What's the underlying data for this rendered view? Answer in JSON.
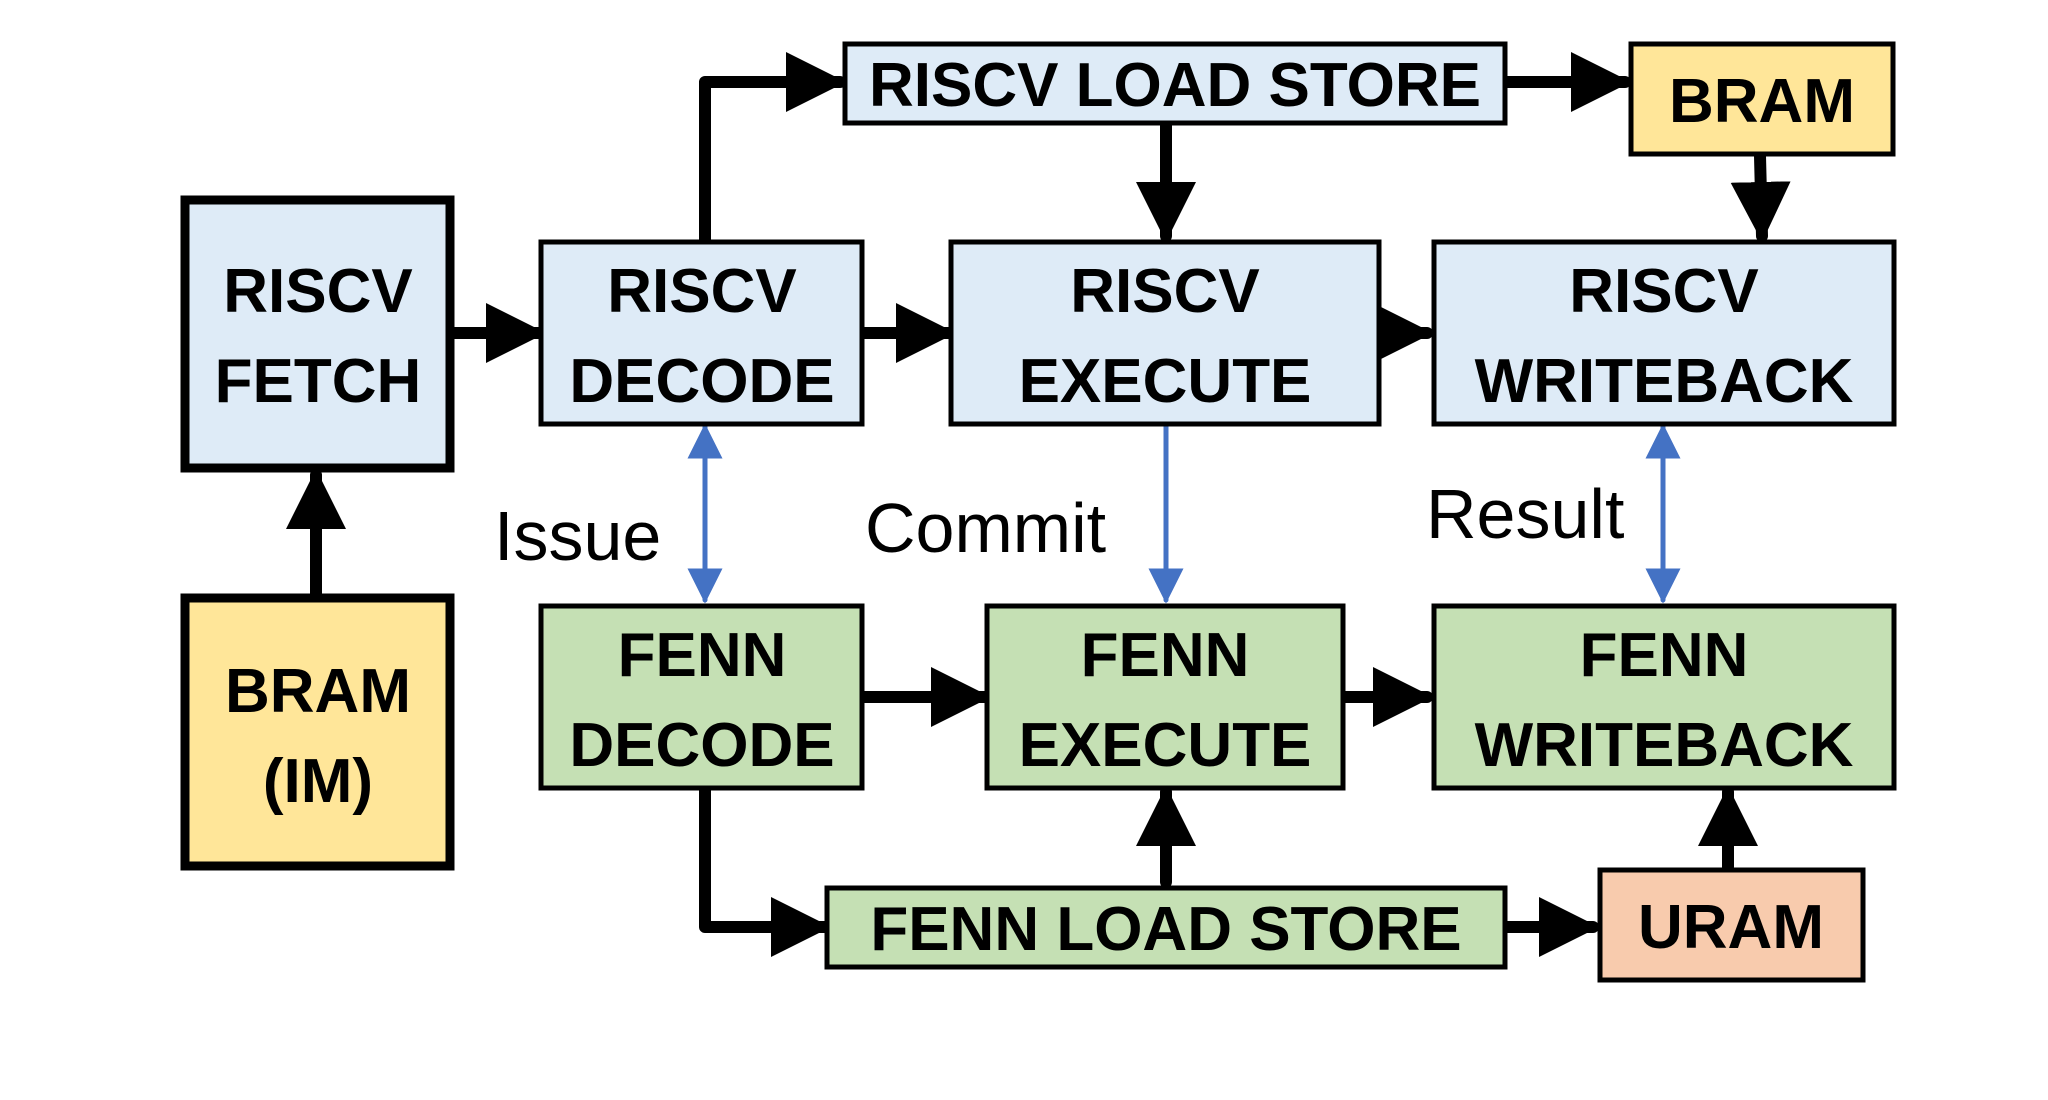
{
  "colors": {
    "riscv": "#DEEBF7",
    "fenn": "#C5E0B4",
    "bram": "#FFE699",
    "uram": "#F8CBAD",
    "control_arrow": "#000000",
    "handshake_arrow": "#4472C4"
  },
  "nodes": {
    "riscv_fetch": {
      "line1": "RISCV",
      "line2": "FETCH"
    },
    "bram_im": {
      "line1": "BRAM",
      "line2": "(IM)"
    },
    "riscv_decode": {
      "line1": "RISCV",
      "line2": "DECODE"
    },
    "riscv_execute": {
      "line1": "RISCV",
      "line2": "EXECUTE"
    },
    "riscv_writeback": {
      "line1": "RISCV",
      "line2": "WRITEBACK"
    },
    "riscv_load_store": {
      "line1": "RISCV LOAD STORE"
    },
    "bram": {
      "line1": "BRAM"
    },
    "fenn_decode": {
      "line1": "FENN",
      "line2": "DECODE"
    },
    "fenn_execute": {
      "line1": "FENN",
      "line2": "EXECUTE"
    },
    "fenn_writeback": {
      "line1": "FENN",
      "line2": "WRITEBACK"
    },
    "fenn_load_store": {
      "line1": "FENN LOAD STORE"
    },
    "uram": {
      "line1": "URAM"
    }
  },
  "edge_labels": {
    "issue": "Issue",
    "commit": "Commit",
    "result": "Result"
  }
}
